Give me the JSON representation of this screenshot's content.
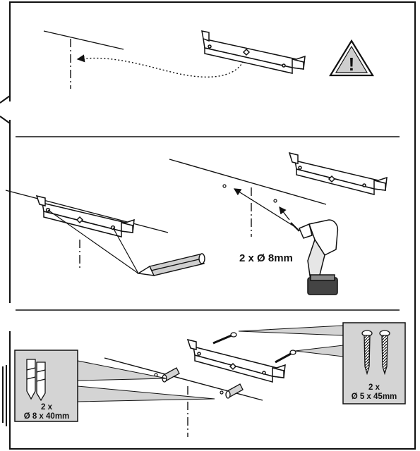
{
  "warning_symbol": "!",
  "step2": {
    "drill_label": "2 x Ø 8mm"
  },
  "step3": {
    "plugs_qty": "2 x",
    "plugs_size": "Ø 8 x 40mm",
    "screws_qty": "2 x",
    "screws_size": "Ø 5 x 45mm"
  },
  "colors": {
    "line": "#111111",
    "callout_fill": "#d4d4d4",
    "pencil_fill": "#cfcfcf"
  }
}
